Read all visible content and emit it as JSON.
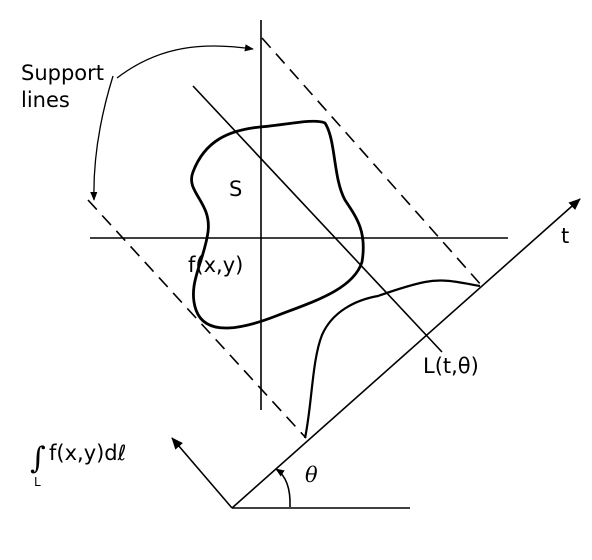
{
  "labels": {
    "support": "Support",
    "lines": "lines",
    "region": "S",
    "function": "f(x,y)",
    "t_axis": "t",
    "line_L": "L(t,θ)",
    "integral_sign": "∫",
    "integral_expr": "f(x,y)dℓ",
    "integral_sub": "L",
    "angle": "θ"
  }
}
